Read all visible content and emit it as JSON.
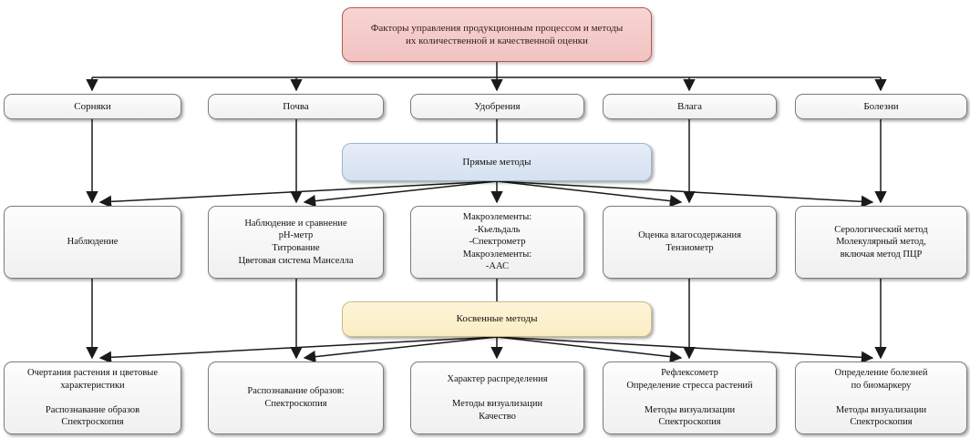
{
  "diagram": {
    "title": "Факторы управления продукционным процессом и методы их количественной и качественной оценки",
    "hubs": {
      "direct_label": "Прямые методы",
      "indirect_label": "Косвенные методы"
    },
    "factors": [
      "Сорняки",
      "Почва",
      "Удобрения",
      "Влага",
      "Болезни"
    ],
    "direct_methods": [
      "Наблюдение",
      "Наблюдение и сравнение\npH-метр\nТитрование\nЦветовая система Манселла",
      "Макроэлементы:\n-Кьельдаль\n-Спектрометр\nМакроэлементы:\n-ААС",
      "Оценка влагосодержания\nТензиометр",
      "Серологический метод\nМолекулярный метод,\nвключая метод ПЦР"
    ],
    "indirect_methods": [
      "Очертания растения и цветовые\nхарактеристики\n\nРаспознавание образов\nСпектроскопия",
      "Распознавание образов:\nСпектроскопия",
      "Характер распределения\n\nМетоды визуализации\nКачество",
      "Рефлексометр\nОпределение стресса растений\n\nМетоды визуализации\nСпектроскопия",
      "Определение болезней\nпо биомаркеру\n\nМетоды визуализации\nСпектроскопия"
    ],
    "colors": {
      "title_fill": "#f4cbc9",
      "title_border": "#b25b57",
      "direct_fill": "#dce6f2",
      "direct_border": "#9db5d3",
      "indirect_fill": "#fcefc9",
      "indirect_border": "#ccbb84",
      "node_fill": "#f5f5f5",
      "node_border": "#7c7c7c",
      "arrow": "#1a1a1a"
    }
  }
}
